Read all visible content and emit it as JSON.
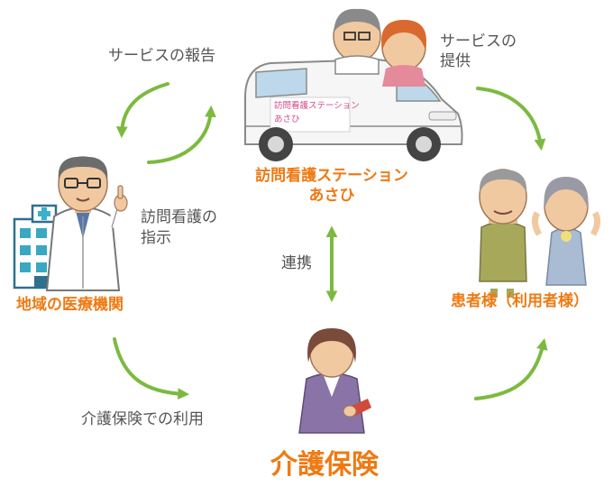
{
  "nodes": {
    "station": {
      "line1": "訪問看護ステーション",
      "line2": "あさひ"
    },
    "hospital": {
      "label": "地域の医療機関"
    },
    "patients": {
      "label": "患者様（利用者様）"
    },
    "insurance": {
      "label": "介護保険"
    }
  },
  "edges": {
    "report": "サービスの報告",
    "provide_line1": "サービスの",
    "provide_line2": "提供",
    "instruct_line1": "訪問看護の",
    "instruct_line2": "指示",
    "cooperate": "連携",
    "use": "介護保険での利用"
  },
  "van_sign": {
    "line1": "訪問看護ステーション",
    "line2": "あさひ"
  },
  "colors": {
    "accent": "#ee7a13",
    "arrow": "#7cba3f",
    "text": "#555555"
  }
}
